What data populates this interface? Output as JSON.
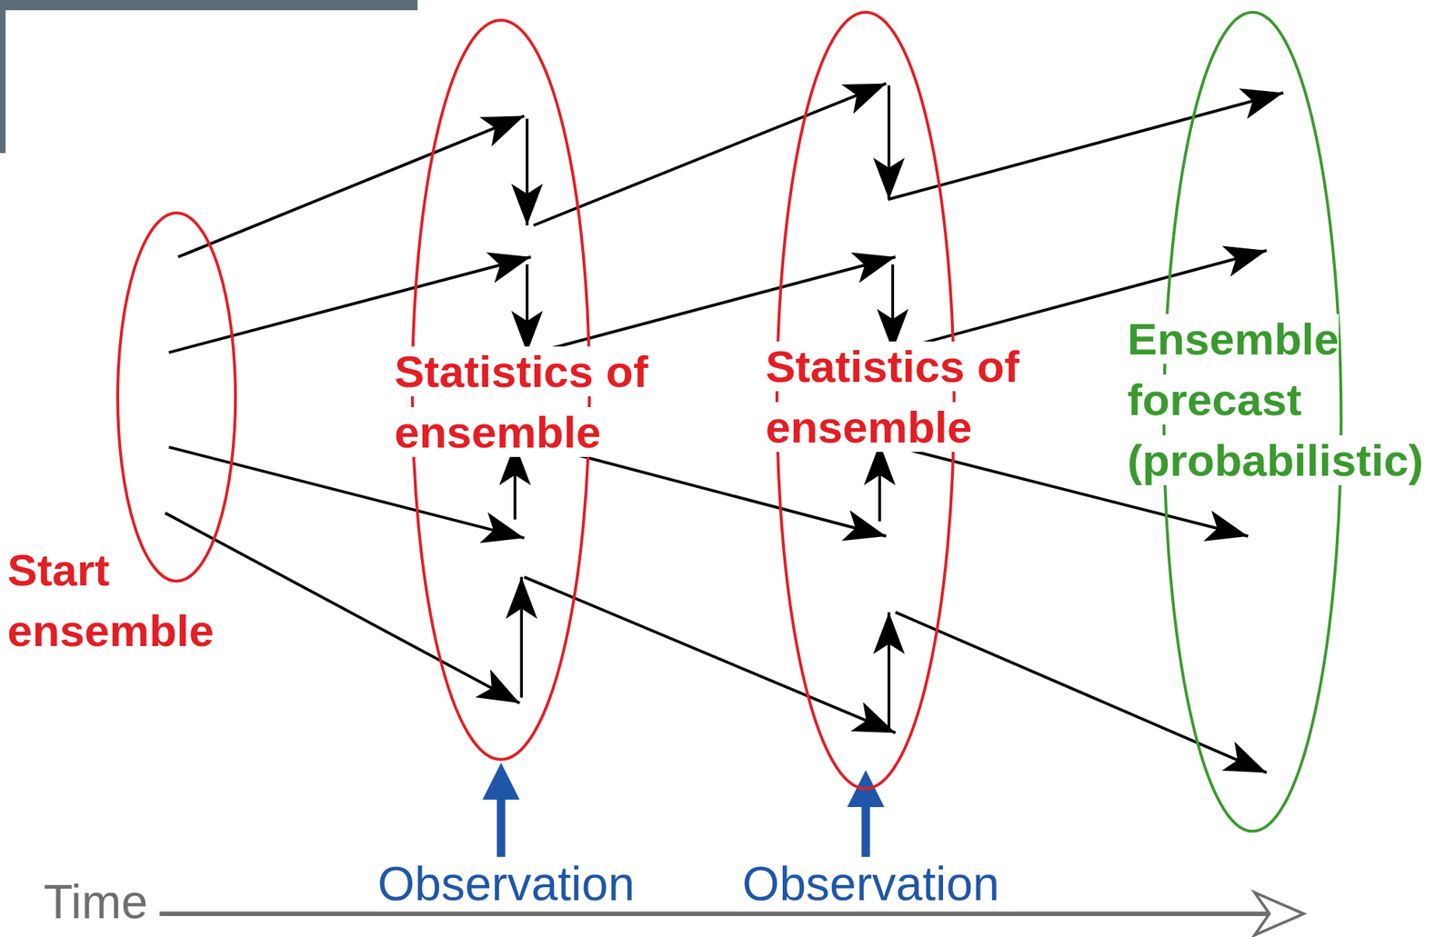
{
  "diagram": {
    "nodes": [
      {
        "text": [
          "Start ensemble"
        ]
      },
      {
        "text": [
          "Statistics of ensemble"
        ]
      },
      {
        "text": [
          "Statistics of ensemble"
        ]
      },
      {
        "text": [
          "Ensemble forecast (probabilistic)"
        ]
      }
    ],
    "edges": [
      {
        "from": 0,
        "to": 1,
        "arrow": "to"
      },
      {
        "from": 0,
        "to": 1,
        "arrow": "to"
      },
      {
        "from": 0,
        "to": 1,
        "arrow": "to"
      },
      {
        "from": 0,
        "to": 1,
        "arrow": "to"
      },
      {
        "from": 1,
        "to": 2,
        "arrow": "to"
      },
      {
        "from": 1,
        "to": 2,
        "arrow": "to"
      },
      {
        "from": 1,
        "to": 2,
        "arrow": "to"
      },
      {
        "from": 1,
        "to": 2,
        "arrow": "to"
      },
      {
        "from": 2,
        "to": 3,
        "arrow": "to"
      },
      {
        "from": 2,
        "to": 3,
        "arrow": "to"
      },
      {
        "from": 2,
        "to": 3,
        "arrow": "to"
      },
      {
        "from": 2,
        "to": 3,
        "arrow": "to"
      }
    ],
    "labels": [
      "Observation",
      "Observation",
      "Time"
    ]
  }
}
